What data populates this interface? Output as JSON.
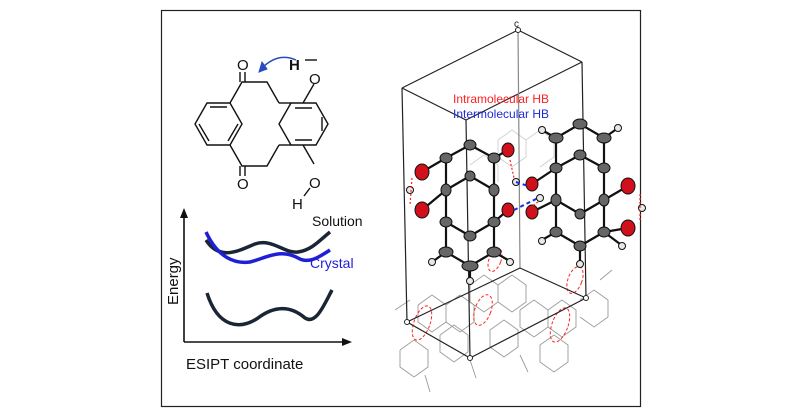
{
  "figure": {
    "molecule": {
      "atoms": {
        "top_carbonyl_O": "O",
        "top_hydroxyl_H": "H",
        "top_hydroxyl_O": "O",
        "bottom_carbonyl_O": "O",
        "bottom_hydroxyl_O": "O",
        "bottom_hydroxyl_H": "H"
      }
    },
    "energy_diagram": {
      "y_axis_label": "Energy",
      "x_axis_label": "ESIPT coordinate",
      "curve_labels": {
        "solution": "Solution",
        "crystal": "Crystal"
      },
      "colors": {
        "solution": "#1a2535",
        "crystal": "#1f1fd6",
        "ground": "#1a2535"
      }
    },
    "crystal_structure": {
      "cell_axis_label": "c",
      "legend": {
        "intramolecular": "Intramolecular HB",
        "intermolecular": "Intermolecular HB"
      },
      "colors": {
        "intramolecular": "#ff2020",
        "intermolecular": "#1d2bd8",
        "oxygen": "#d0101a",
        "carbon": "#666666",
        "hydrogen": "#e8e8e8"
      }
    }
  }
}
